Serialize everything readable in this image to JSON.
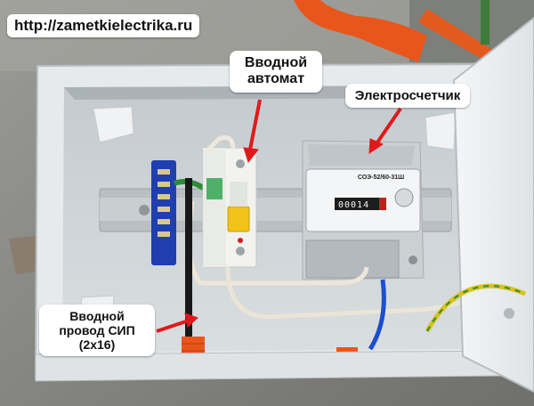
{
  "watermark": "http://zametkielectrika.ru",
  "labels": {
    "breaker": [
      "Вводной",
      "автомат"
    ],
    "meter": "Электросчетчик",
    "cable": [
      "Вводной",
      "провод СИП",
      "(2x16)"
    ]
  },
  "meter": {
    "model": "СОЭ-52/60-31Ш",
    "reading": "00014"
  },
  "colors": {
    "box": "#e6eaec",
    "box_inner": "#cfd5d8",
    "arrow": "#e0191b",
    "corrugated_tube": "#e8561c",
    "din_rail": "#b9bfc2",
    "terminal_block": "#1f3fb0",
    "breaker_handle": "#f2c21a",
    "wall": "#8c8c88"
  }
}
